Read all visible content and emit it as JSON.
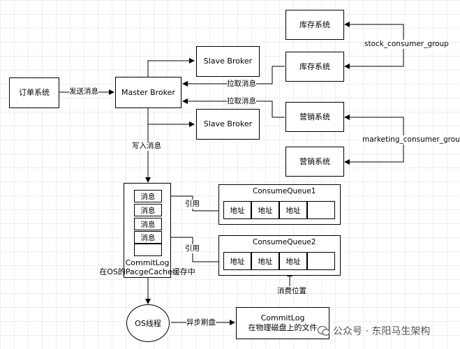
{
  "nodes": {
    "order_system": "订单系统",
    "master_broker": "Master Broker",
    "slave_broker_top": "Slave Broker",
    "slave_broker_bottom": "Slave Broker",
    "stock_system_1": "库存系统",
    "stock_system_2": "库存系统",
    "marketing_system_1": "营销系统",
    "marketing_system_2": "营销系统",
    "consume_queue_1": "ConsumeQueue1",
    "consume_queue_2": "ConsumeQueue2",
    "os_thread": "OS线程",
    "commitlog_disk_line1": "CommitLog",
    "commitlog_disk_line2": "在物理磁盘上的文件"
  },
  "groups": {
    "stock": "stock_consumer_group",
    "marketing": "marketing_consumer_group"
  },
  "edges": {
    "send_message": "发送消息",
    "pull_message_1": "拉取消息",
    "pull_message_2": "拉取消息",
    "write_message": "写入消息",
    "reference_1": "引用",
    "reference_2": "引用",
    "async_flush": "异步刷盘",
    "consume_position": "消费位置"
  },
  "commitlog": {
    "messages": [
      "消息",
      "消息",
      "消息",
      "消息"
    ],
    "caption_line1": "CommitLog",
    "caption_line2": "在OS的PacgeCache缓存中"
  },
  "queues": {
    "q1_cells": [
      "地址",
      "地址",
      "地址",
      ""
    ],
    "q2_cells": [
      "地址",
      "地址",
      "地址",
      ""
    ]
  },
  "watermark": "公众号 · 东阳马生架构",
  "colors": {
    "line": "#000000",
    "grid": "#eeeeee"
  }
}
